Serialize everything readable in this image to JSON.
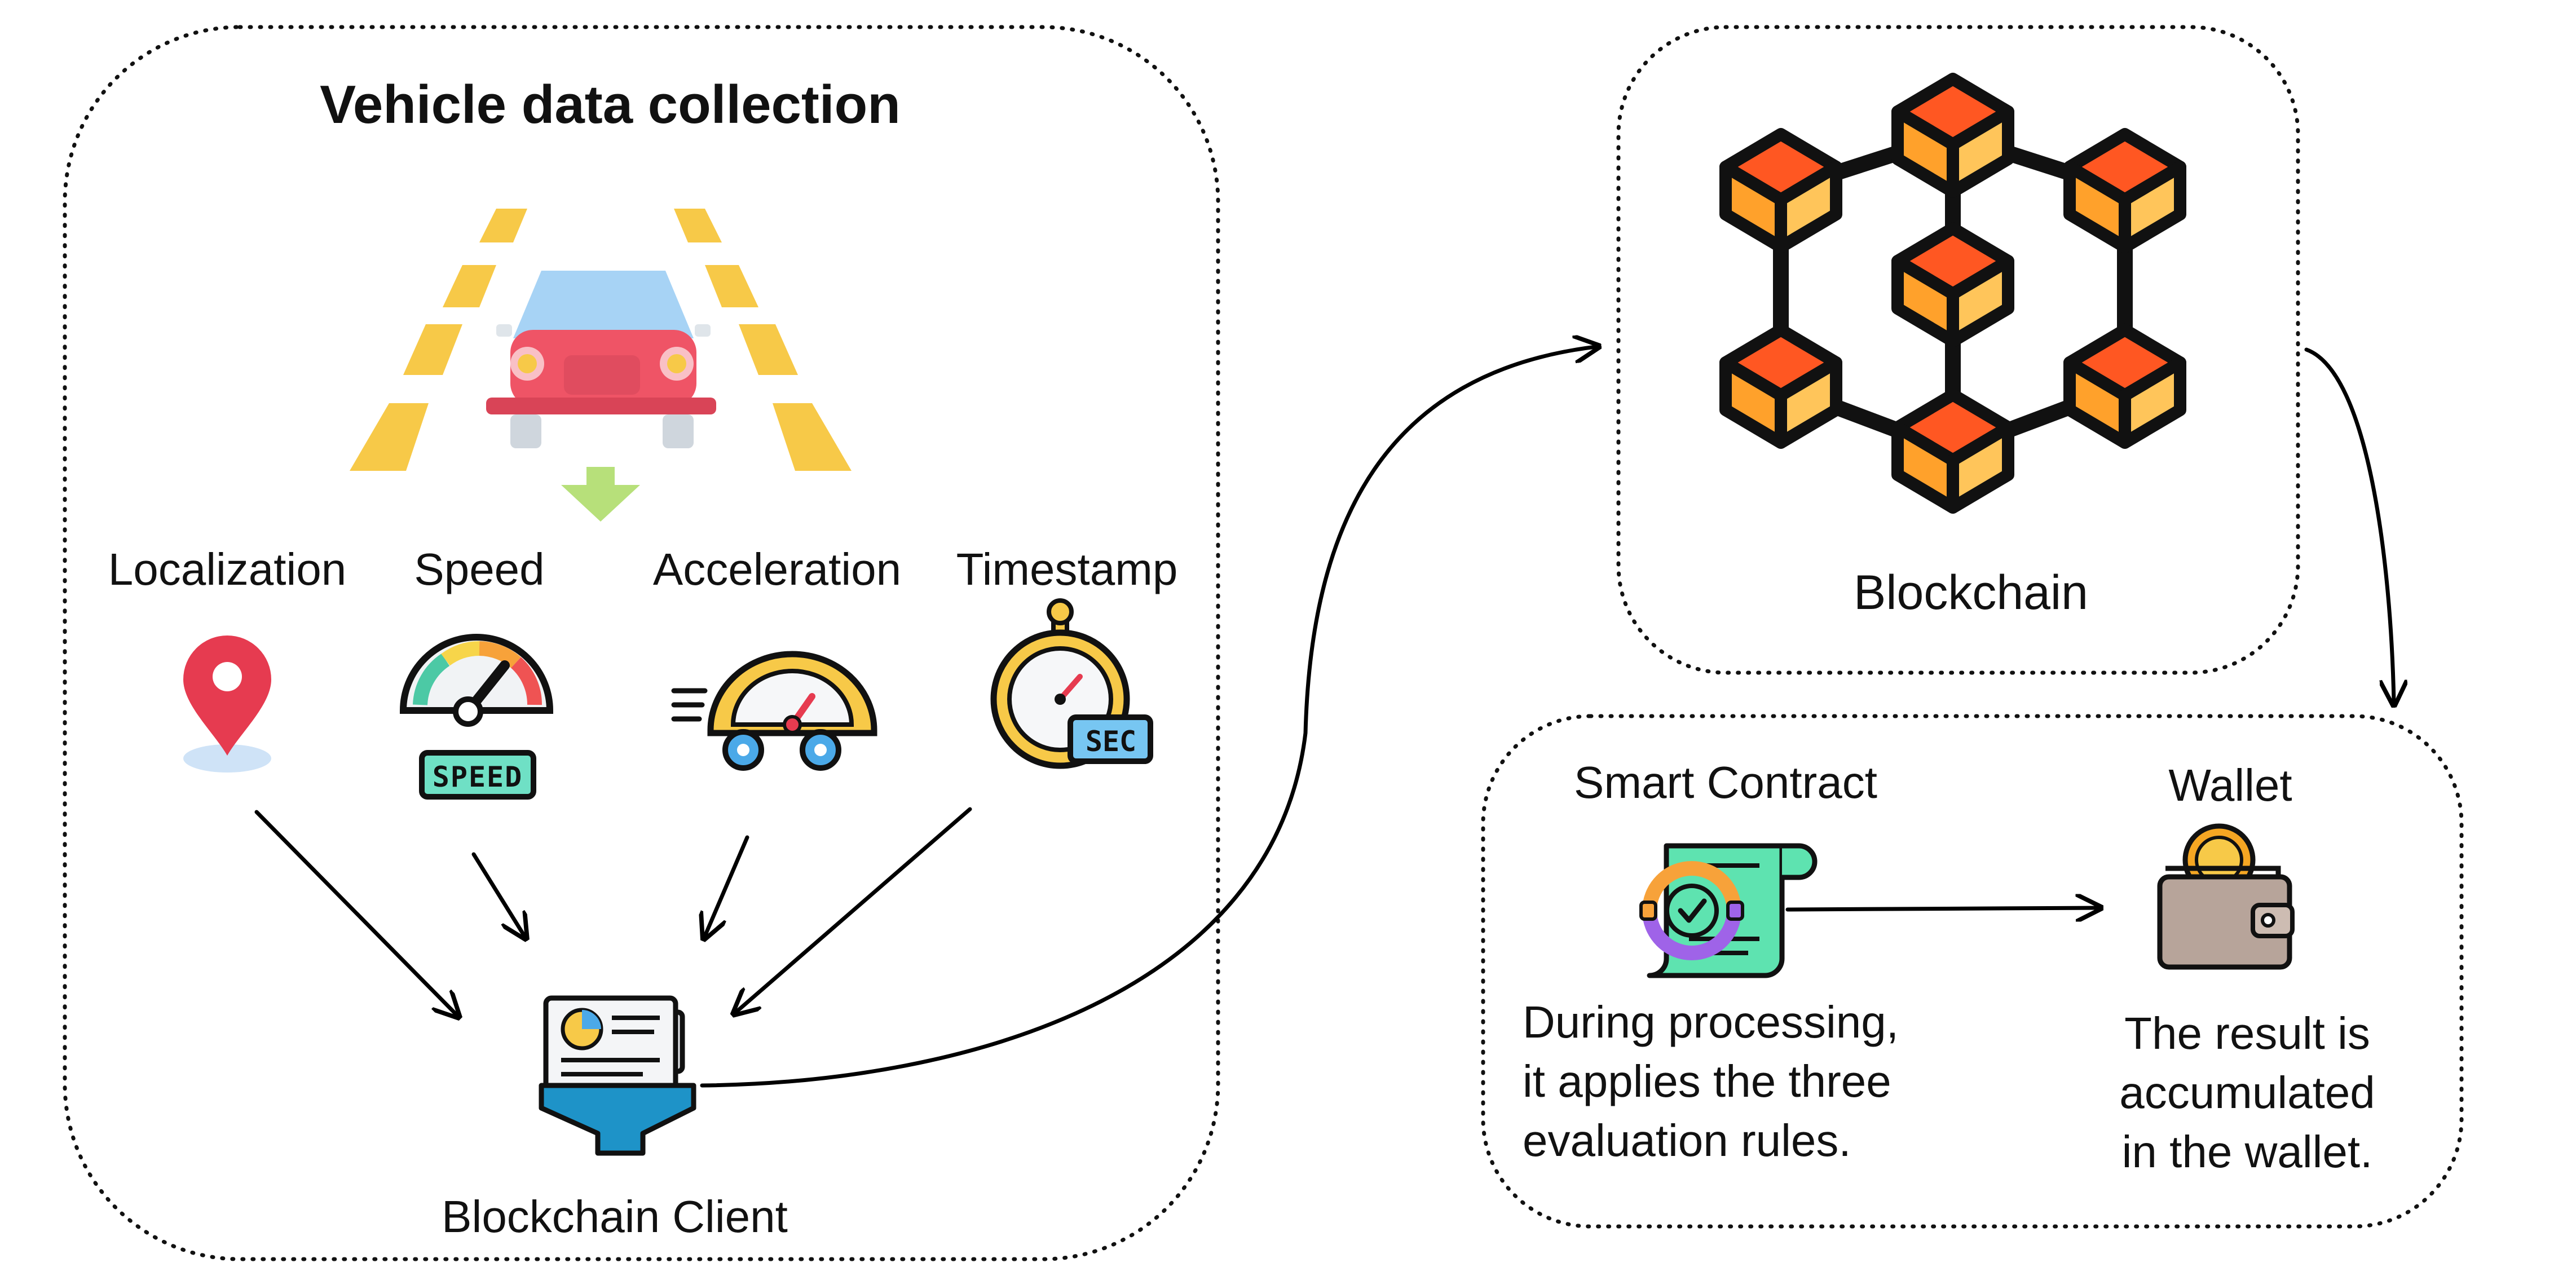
{
  "vehicle_section": {
    "title": "Vehicle data collection",
    "inputs": [
      "Localization",
      "Speed",
      "Acceleration",
      "Timestamp"
    ],
    "speed_gauge_text": "SPEED",
    "timer_badge_text": "SEC",
    "client_label": "Blockchain Client"
  },
  "blockchain_section": {
    "label": "Blockchain"
  },
  "contract_section": {
    "smart_contract_label": "Smart Contract",
    "smart_contract_desc": [
      "During processing,",
      "it applies the three",
      "evaluation rules."
    ],
    "wallet_label": "Wallet",
    "wallet_desc": [
      "The result is",
      "accumulated",
      "in the wallet."
    ]
  },
  "colors": {
    "road_stripe": "#f7c948",
    "car_body": "#ef5466",
    "car_window": "#a7d3f5",
    "arrow_green": "#b7e07a",
    "pin_red": "#e63b50",
    "cube_top": "#ff5722",
    "cube_side": "#ffa12b",
    "cube_face": "#ffc55a",
    "funnel_blue": "#1e93c8",
    "contract_green": "#5ee3b0",
    "wallet_brown": "#b7a49a",
    "coin_gold": "#f5a623"
  }
}
